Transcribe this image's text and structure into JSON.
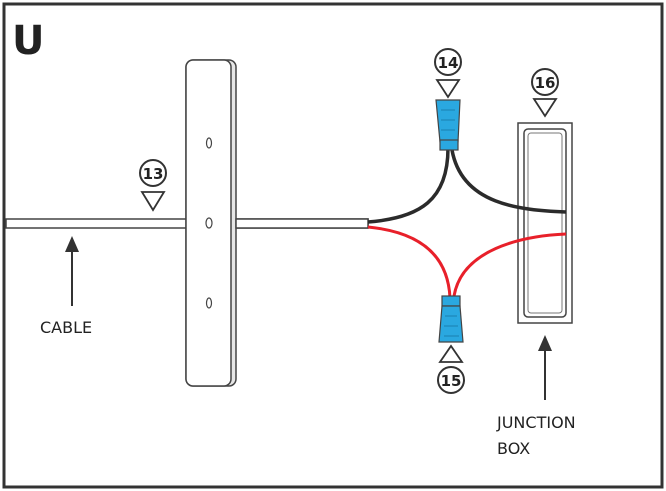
{
  "panel": {
    "letter": "U"
  },
  "callouts": {
    "c13": "13",
    "c14": "14",
    "c15": "15",
    "c16": "16"
  },
  "labels": {
    "cable": "CABLE",
    "junction_line1": "JUNCTION",
    "junction_line2": "BOX"
  },
  "colors": {
    "frame": "#333333",
    "black_wire": "#2b2b2b",
    "red_wire": "#e8202a",
    "wire_nut": "#2aa8e0",
    "outline": "#444444"
  }
}
